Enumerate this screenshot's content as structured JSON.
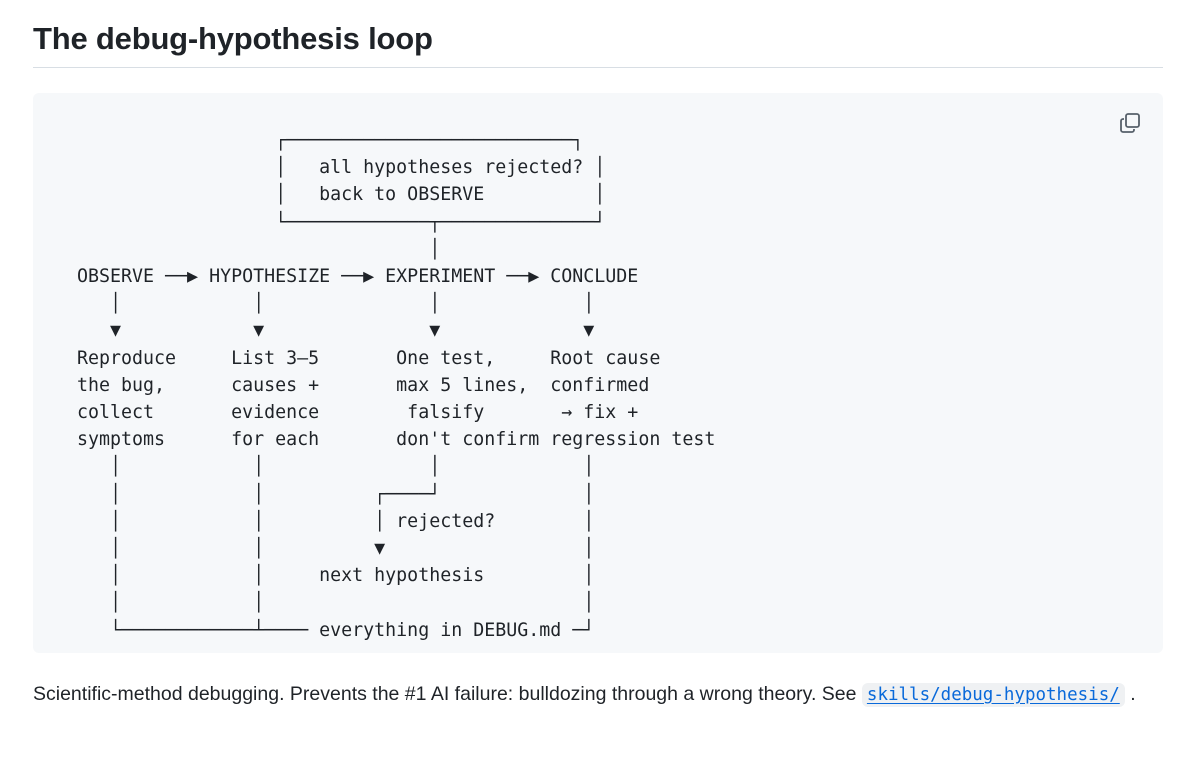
{
  "heading": "The debug-hypothesis loop",
  "diagram_text": "                  ┌──────────────────────────┐\n                  │   all hypotheses rejected? │\n                  │   back to OBSERVE          │\n                  └─────────────┬──────────────┘\n                                │\nOBSERVE ──▶ HYPOTHESIZE ──▶ EXPERIMENT ──▶ CONCLUDE\n   │            │               │             │\n   ▼            ▼               ▼             ▼\nReproduce     List 3–5       One test,     Root cause\nthe bug,      causes +       max 5 lines,  confirmed\ncollect       evidence        falsify       → fix +\nsymptoms      for each       don't confirm regression test\n   │            │               │             │\n   │            │          ┌────┘             │\n   │            │          │ rejected?        │\n   │            │          ▼                  │\n   │            │     next hypothesis         │\n   │            │                             │\n   └────────────┴──── everything in DEBUG.md ─┘",
  "copy_icon": "copy-icon",
  "caption": {
    "text": "Scientific-method debugging. Prevents the #1 AI failure: bulldozing through a wrong theory. See ",
    "link": "skills/debug-hypothesis/",
    "suffix": "."
  },
  "colors": {
    "code_background": "#f6f8fa",
    "link": "#0969da",
    "text": "#1f2328"
  }
}
